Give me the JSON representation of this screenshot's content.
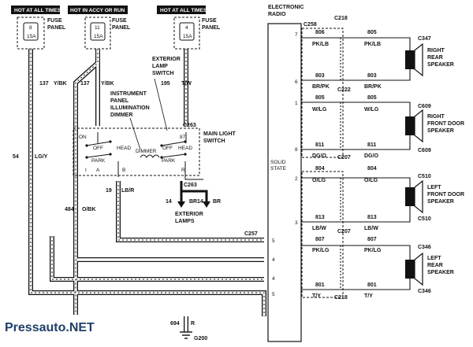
{
  "headers": {
    "hot_at_all_times_1": "HOT AT ALL TIMES",
    "hot_in_accy_or_run": "HOT IN ACCY OR RUN",
    "hot_at_all_times_2": "HOT AT ALL TIMES"
  },
  "fuse_panel_label_1": "FUSE PANEL",
  "fuse_panel_label_2": "FUSE PANEL",
  "fuse_panel_label_3": "FUSE PANEL",
  "fuses": {
    "f1": {
      "num": "8",
      "amp": "15A"
    },
    "f2": {
      "num": "11",
      "amp": "15A"
    },
    "f3": {
      "num": "4",
      "amp": "15A"
    }
  },
  "wires_left": {
    "w137a": "137",
    "w137a_color": "Y/BK",
    "w137b": "137",
    "w137b_color": "Y/BK",
    "w195": "195",
    "w195_color": "T/W",
    "w54": "54",
    "w54_color": "LG/Y",
    "w19": "19",
    "w19_color": "LB/R",
    "w484": "484",
    "w484_color": "O/BK",
    "w14a": "14",
    "w14a_color": "BR",
    "w14b": "14",
    "w14b_color": "BR",
    "w694": "694",
    "w694_color": "R"
  },
  "switch_labels": {
    "exterior_lamp_switch": "EXTERIOR LAMP SWITCH",
    "instrument_panel": "INSTRUMENT PANEL ILLUMINATION DIMMER",
    "main_light_switch": "MAIN LIGHT SWITCH",
    "c263_top": "C263",
    "c263_bottom": "C263",
    "exterior_lamps": "EXTERIOR LAMPS",
    "dimmer": "DIMMER",
    "head": "HEAD",
    "head2": "HEAD",
    "off1": "OFF",
    "off2": "OFF",
    "park1": "PARK",
    "park2": "PARK",
    "pin_a": "A",
    "pin_b": "B",
    "pin_r": "R",
    "pin_i": "I",
    "pin_on": "ON",
    "pin_87": "87"
  },
  "c257": "C257",
  "g200": "G200",
  "radio": {
    "title": "ELECTRONIC RADIO",
    "solid_state": "SOLID STATE",
    "c258": "C258",
    "c218_top": "C218",
    "pins_top": [
      "7",
      "6",
      "1",
      "8",
      "2",
      "3"
    ],
    "pins_bottom": [
      "5",
      "4",
      "4",
      "5"
    ]
  },
  "radio_wires": [
    {
      "num": "806",
      "color": "PK/LB"
    },
    {
      "num": "805",
      "color": "PK/LB"
    },
    {
      "num": "803",
      "color": "BR/PK"
    },
    {
      "num": "803",
      "color": "BR/PK"
    },
    {
      "num": "805",
      "color": "W/LG"
    },
    {
      "num": "805",
      "color": "W/LG"
    },
    {
      "num": "811",
      "color": "DG/O"
    },
    {
      "num": "811",
      "color": "DG/O"
    },
    {
      "num": "804",
      "color": "O/LG"
    },
    {
      "num": "804",
      "color": "O/LG"
    },
    {
      "num": "813",
      "color": "LB/W"
    },
    {
      "num": "813",
      "color": "LB/W"
    },
    {
      "num": "807",
      "color": "PK/LG"
    },
    {
      "num": "807",
      "color": "PK/LG"
    },
    {
      "num": "801",
      "color": "T/Y"
    },
    {
      "num": "801",
      "color": "T/Y"
    }
  ],
  "radio_connectors": {
    "c222": "C222",
    "c207": "C207",
    "c207b": "C207",
    "c218b": "C218"
  },
  "speakers": [
    {
      "conn_top": "C347",
      "label": "RIGHT REAR SPEAKER",
      "conn_bottom": ""
    },
    {
      "conn_top": "C609",
      "label": "RIGHT FRONT DOOR SPEAKER",
      "conn_bottom": "C609"
    },
    {
      "conn_top": "C510",
      "label": "LEFT FRONT DOOR SPEAKER",
      "conn_bottom": "C510"
    },
    {
      "conn_top": "C346",
      "label": "LEFT REAR SPEAKER",
      "conn_bottom": "C346"
    }
  ],
  "watermark": "Pressauto.NET"
}
